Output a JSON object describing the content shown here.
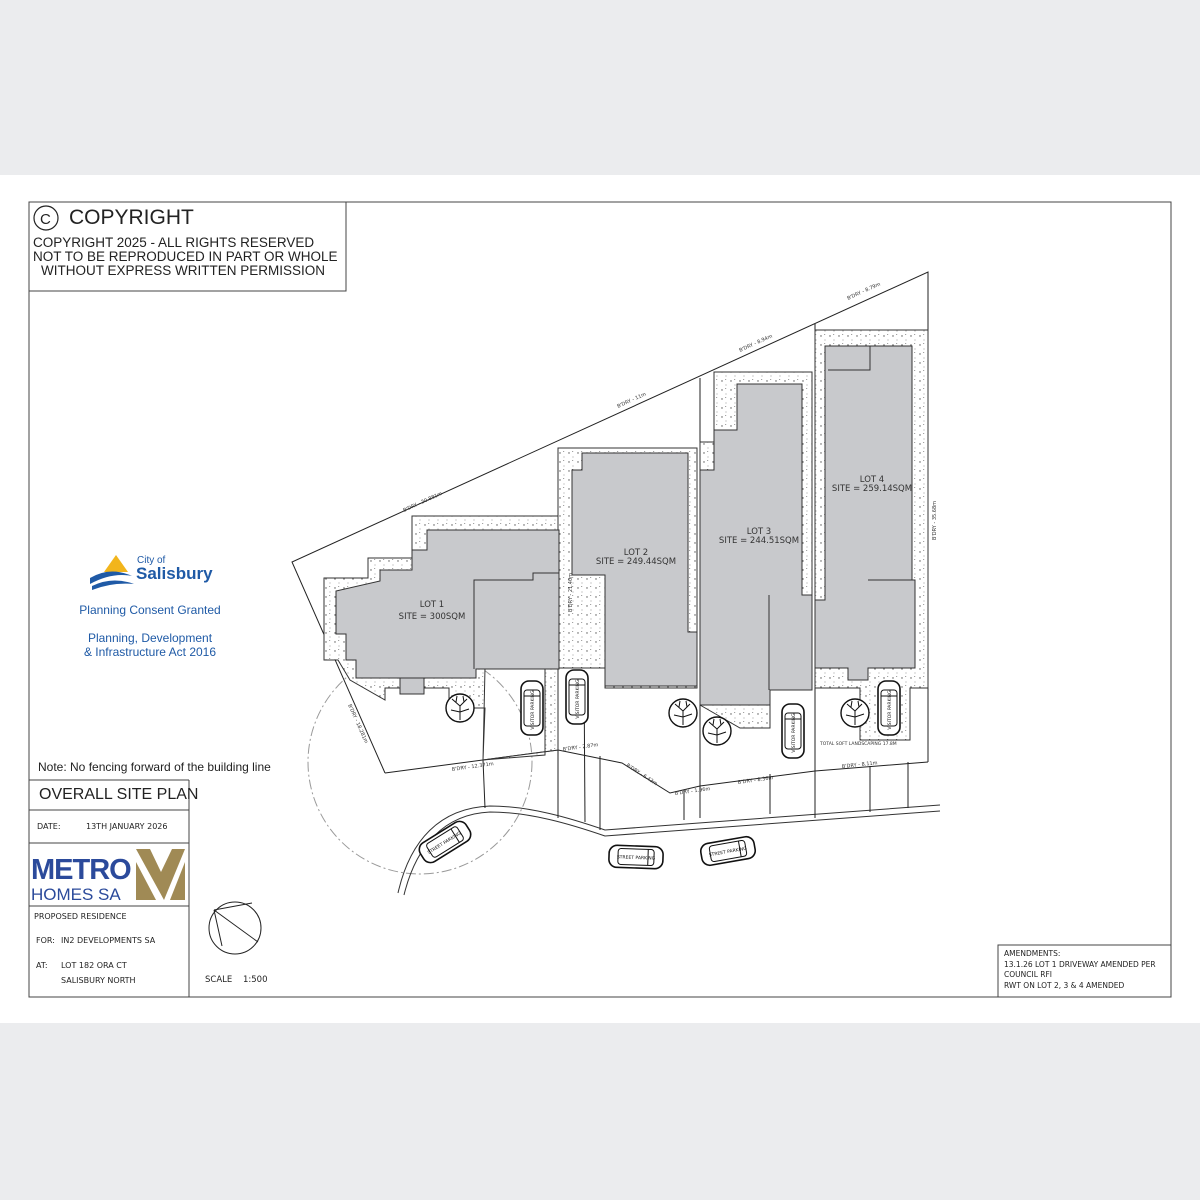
{
  "copyright": {
    "symbol": "C",
    "title": "COPYRIGHT",
    "lines": [
      "COPYRIGHT 2025 - ALL RIGHTS RESERVED",
      "NOT TO BE REPRODUCED IN PART OR WHOLE",
      "WITHOUT EXPRESS WRITTEN PERMISSION"
    ]
  },
  "council": {
    "city_of": "City of",
    "name": "Salisbury",
    "consent": "Planning Consent Granted",
    "act_line1": "Planning, Development",
    "act_line2": "& Infrastructure Act 2016",
    "colors": {
      "blue": "#1f5aa6",
      "gold": "#f2b51c"
    }
  },
  "note": "Note: No fencing forward of the building line",
  "title_block": {
    "title": "OVERALL SITE PLAN",
    "date_label": "DATE:",
    "date": "13TH JANUARY 2026",
    "logo_metro": "METRO",
    "logo_homes": "HOMES SA",
    "proposed": "PROPOSED RESIDENCE",
    "for_label": "FOR:",
    "for": "IN2 DEVELOPMENTS SA",
    "at_label": "AT:",
    "at_line1": "LOT 182 ORA CT",
    "at_line2": "SALISBURY NORTH",
    "scale_label": "SCALE",
    "scale": "1:500"
  },
  "amendments": {
    "heading": "AMENDMENTS:",
    "lines": [
      "13.1.26 LOT 1 DRIVEWAY AMENDED PER",
      "COUNCIL RFI",
      "RWT ON LOT 2, 3 & 4 AMENDED"
    ]
  },
  "lots": [
    {
      "name": "LOT 1",
      "site": "SITE = 300SQM"
    },
    {
      "name": "LOT 2",
      "site": "SITE = 249.44SQM"
    },
    {
      "name": "LOT 3",
      "site": "SITE = 244.51SQM"
    },
    {
      "name": "LOT 4",
      "site": "SITE = 259.14SQM"
    }
  ],
  "boundaries": {
    "b1": "B'DRY - 20.881m",
    "b2": "B'DRY - 11m",
    "b3": "B'DRY - 8.94m",
    "b4": "B'DRY - 8.79m",
    "b5": "B'DRY - 21.40m",
    "b6": "B'DRY - 18.281m",
    "b7": "B'DRY - 12.371m",
    "b8": "B'DRY - 2.87m",
    "b9": "B'DRY - 6.43m",
    "b10": "B'DRY - 1.96m",
    "b11": "B'DRY - 8.36m",
    "b12": "B'DRY - 8.11m",
    "b13": "B'DRY - 35.68m"
  },
  "landscaping": "TOTAL SOFT LANDSCAPING 17.8M",
  "parking": {
    "visitor": "VISITOR PARKING",
    "street": "STREET PARKING"
  }
}
